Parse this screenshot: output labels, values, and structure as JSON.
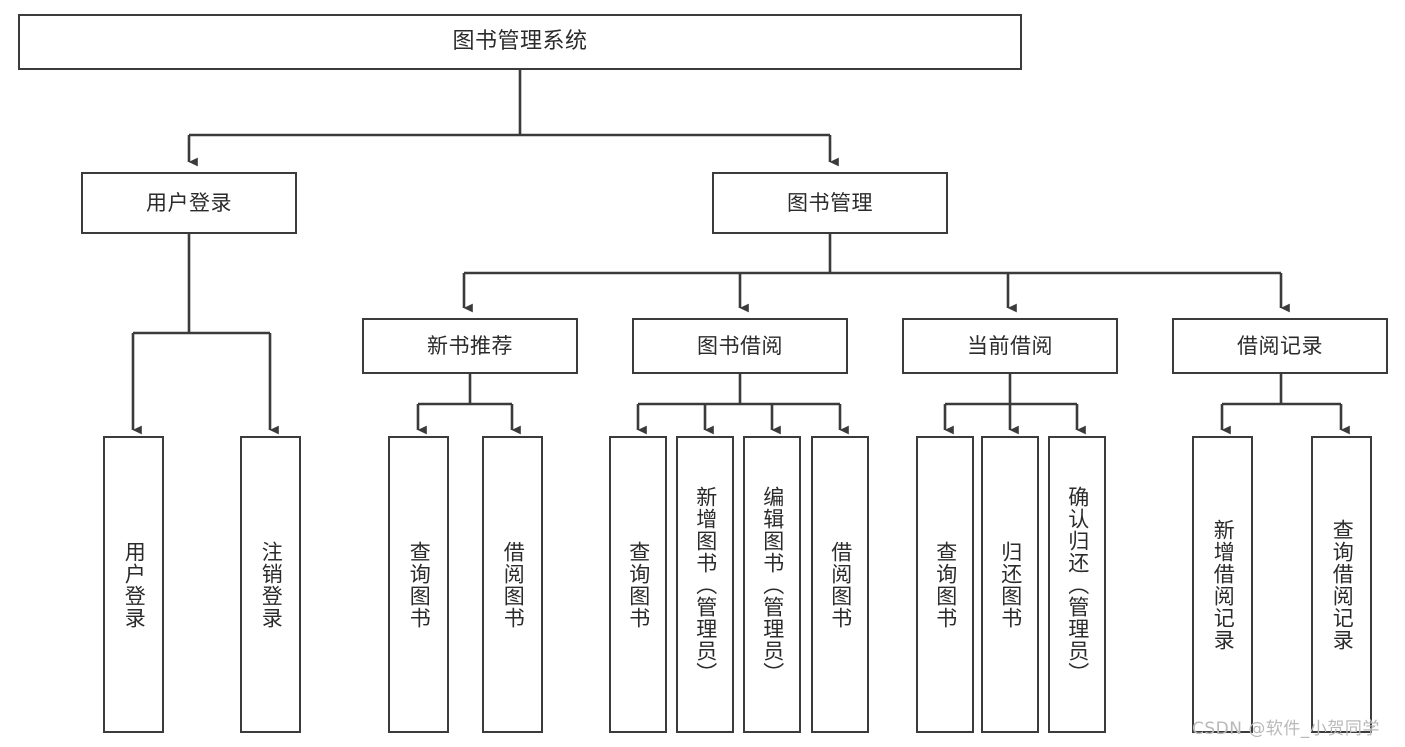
{
  "diagram": {
    "title": "图书管理系统",
    "type": "function-structure-tree",
    "stroke_color": "#3b3b3b",
    "text_color": "#2b2b2b",
    "background_color": "#ffffff",
    "root": {
      "id": "root",
      "label": "图书管理系统"
    },
    "level2": [
      {
        "id": "user-login",
        "label": "用户登录"
      },
      {
        "id": "book-management",
        "label": "图书管理"
      }
    ],
    "level3": [
      {
        "id": "new-book-recommend",
        "label": "新书推荐"
      },
      {
        "id": "book-borrow",
        "label": "图书借阅"
      },
      {
        "id": "current-borrow",
        "label": "当前借阅"
      },
      {
        "id": "borrow-record",
        "label": "借阅记录"
      }
    ],
    "leaves": {
      "user_login": [
        {
          "id": "leaf-user-login",
          "label": "用户登录"
        },
        {
          "id": "leaf-logout",
          "label": "注销登录"
        }
      ],
      "new_book_recommend": [
        {
          "id": "leaf-query-book-1",
          "label": "查询图书"
        },
        {
          "id": "leaf-borrow-book-1",
          "label": "借阅图书"
        }
      ],
      "book_borrow": [
        {
          "id": "leaf-query-book-2",
          "label": "查询图书"
        },
        {
          "id": "leaf-add-book",
          "label": "新增图书（管理员）"
        },
        {
          "id": "leaf-edit-book",
          "label": "编辑图书（管理员）"
        },
        {
          "id": "leaf-borrow-book-2",
          "label": "借阅图书"
        }
      ],
      "current_borrow": [
        {
          "id": "leaf-query-book-3",
          "label": "查询图书"
        },
        {
          "id": "leaf-return-book",
          "label": "归还图书"
        },
        {
          "id": "leaf-confirm-return",
          "label": "确认归还（管理员）"
        }
      ],
      "borrow_record": [
        {
          "id": "leaf-add-record",
          "label": "新增借阅记录"
        },
        {
          "id": "leaf-query-record",
          "label": "查询借阅记录"
        }
      ]
    }
  },
  "watermark": {
    "text": "CSDN @软件_小贺同学"
  }
}
